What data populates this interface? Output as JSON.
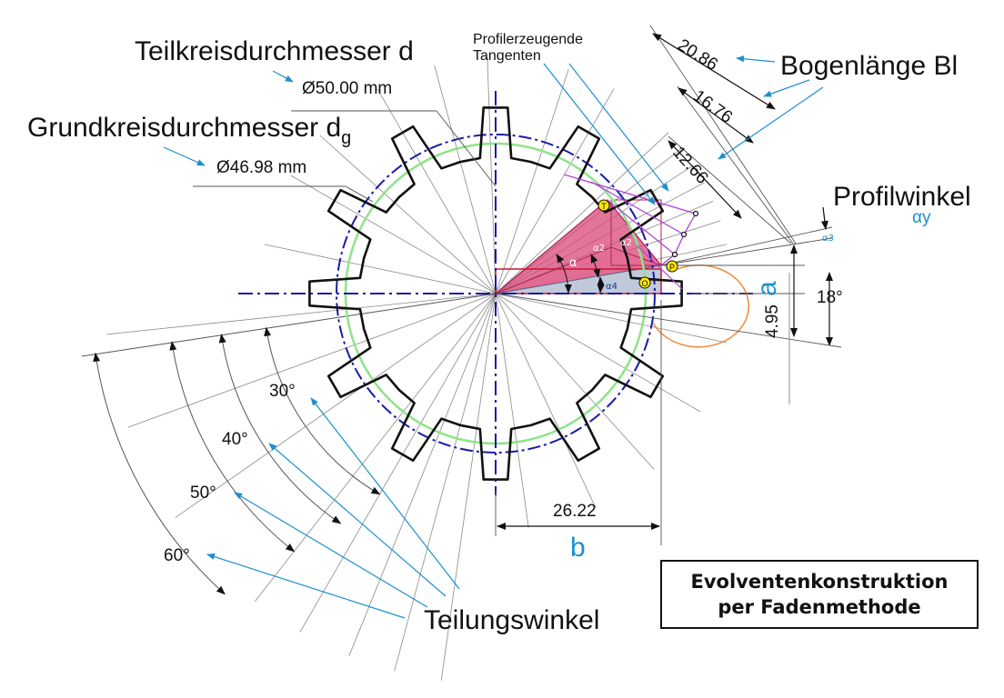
{
  "title": {
    "line1": "Evolventenkonstruktion",
    "line2": "per Fadenmethode"
  },
  "labels": {
    "teilkreis": "Teilkreisdurchmesser d",
    "teilkreis_value": "Ø50.00 mm",
    "grundkreis": "Grundkreisdurchmesser d",
    "grundkreis_sub": "g",
    "grundkreis_value": "Ø46.98 mm",
    "tangenten_line1": "Profilerzeugende",
    "tangenten_line2": "Tangenten",
    "bogenlaenge": "Bogenlänge Bl",
    "profilwinkel": "Profilwinkel",
    "alpha_y": "αy",
    "teilungswinkel": "Teilungswinkel"
  },
  "dimensions": {
    "arc1": "20.86",
    "arc2": "16.76",
    "arc3": "12.66",
    "b_value": "26.22",
    "b_label": "b",
    "a_value": "4.95",
    "a_label": "a",
    "angle_18": "18°"
  },
  "angles": [
    "30°",
    "40°",
    "50°",
    "60°"
  ],
  "markers": {
    "T": "T",
    "P": "P",
    "O": "O"
  },
  "greek": {
    "alpha": "α",
    "alpha2": "α2",
    "alpha3": "α3",
    "alpha4": "α4"
  },
  "colors": {
    "blue": "#1b8fd0",
    "navy": "#1a1aa8",
    "green": "#8fe38a",
    "pink": "#d9477a",
    "purple": "#b23fd6",
    "orange": "#f08a3a",
    "gray_fill": "#b8c3d6"
  },
  "gear": {
    "teeth": 12
  }
}
